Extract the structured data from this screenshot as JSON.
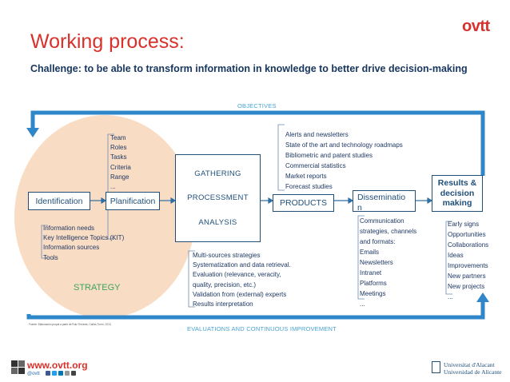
{
  "header": {
    "title": "Working process:",
    "subtitle": "Challenge: to be able to transform information in knowledge to better drive decision-making",
    "logo_text": "ovtt"
  },
  "labels": {
    "objectives": "OBJECTIVES",
    "evaluations": "EVALUATIONS AND CONTINUOUS IMPROVEMENT",
    "strategy": "STRATEGY"
  },
  "boxes": {
    "identification": "Identification",
    "planification": "Planification",
    "gathering": "GATHERING",
    "processment": "PROCESSMENT",
    "analysis": "ANALYSIS",
    "products": "PRODUCTS",
    "dissemination": "Disseminatio n",
    "results": "Results & decision making"
  },
  "lists": {
    "planification_items": [
      "Team",
      "Roles",
      "Tasks",
      "Criteria",
      "Range",
      "..."
    ],
    "identification_items": [
      "Information needs",
      "Key Intelligence Topics (KIT)",
      "Information sources",
      "Tools"
    ],
    "gathering_items": [
      "Multi-sources strategies",
      "Systematization and data retrieval.",
      "Evaluation (relevance, veracity,",
      "quality, precision, etc.)",
      "Validation from (external) experts",
      "Results interpretation"
    ],
    "products_items": [
      "Alerts and newsletters",
      "State of the art and technology roadmaps",
      "Bibliometric and patent studies",
      "Commercial statistics",
      "Market reports",
      "Forecast studies"
    ],
    "dissemination_items": [
      "Communication",
      "strategies, channels",
      "and formats:",
      "Emails",
      "Newsletters",
      "Intranet",
      "Platforms",
      "Meetings",
      "..."
    ],
    "results_items": [
      "Early signs",
      "Opportunities",
      "Collaborations",
      "Ideas",
      "Improvements",
      "New partners",
      "New projects",
      "..."
    ]
  },
  "source_note": "Fuente: Elaboración propia a partir de Ruiz Trevenis, Cañas Turrín, 2013",
  "footer": {
    "website": "www.ovtt.org",
    "handle": "@ovtt",
    "university_line1": "Universitat d'Alacant",
    "university_line2": "Universidad de Alicante"
  },
  "colors": {
    "title_red": "#d8312b",
    "navy": "#1f4e79",
    "arrow_blue": "#2f86c8",
    "strategy_fill": "#f9dcc4",
    "strategy_green": "#3aa55b"
  }
}
